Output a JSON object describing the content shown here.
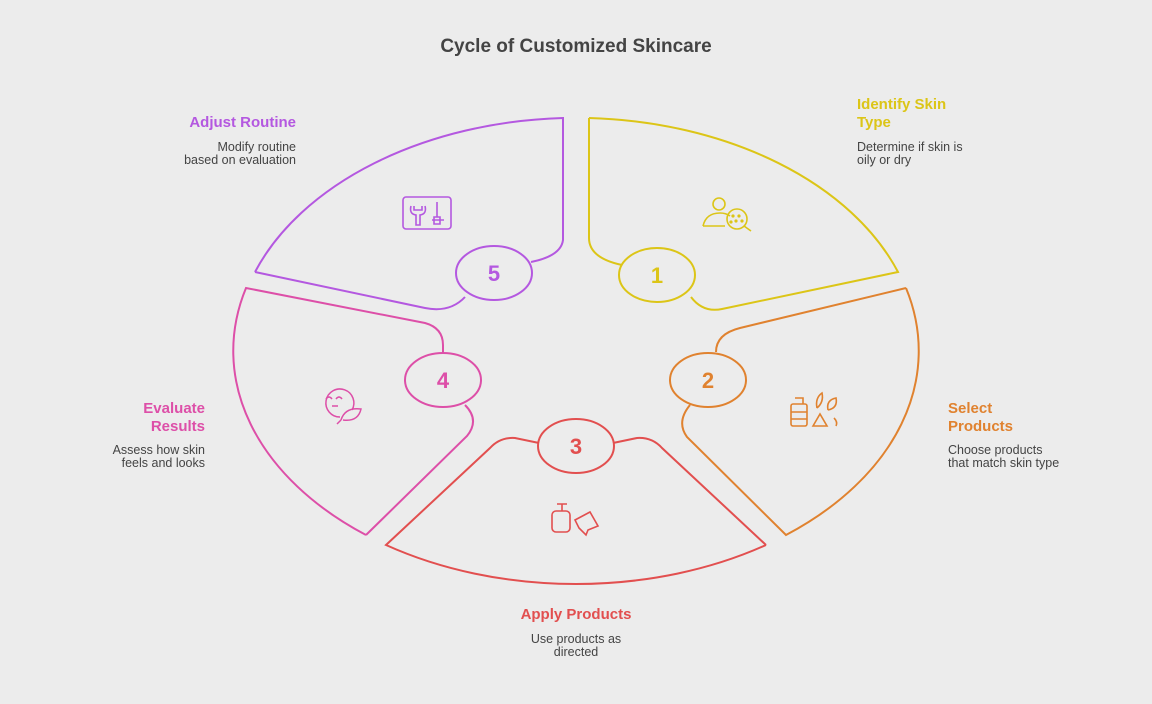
{
  "title": "Cycle of Customized Skincare",
  "colors": {
    "step1": "#dcc517",
    "step2": "#e0822f",
    "step3": "#e24f4f",
    "step4": "#dd4fa8",
    "step5": "#b458e0"
  },
  "steps": [
    {
      "number": "1",
      "title_line1": "Identify Skin",
      "title_line2": "Type",
      "desc_line1": "Determine if skin is",
      "desc_line2": "oily or dry",
      "icon": "person-skin-magnifier-icon"
    },
    {
      "number": "2",
      "title_line1": "Select",
      "title_line2": "Products",
      "desc_line1": "Choose products",
      "desc_line2": "that match skin type",
      "icon": "bottles-leaves-icon"
    },
    {
      "number": "3",
      "title": "Apply Products",
      "desc_line1": "Use products as",
      "desc_line2": "directed",
      "icon": "pump-bottle-hand-icon"
    },
    {
      "number": "4",
      "title_line1": "Evaluate",
      "title_line2": "Results",
      "desc_line1": "Assess how skin",
      "desc_line2": "feels and looks",
      "icon": "face-leaf-icon"
    },
    {
      "number": "5",
      "title": "Adjust Routine",
      "desc_line1": "Modify routine",
      "desc_line2": "based on evaluation",
      "icon": "tools-icon"
    }
  ]
}
